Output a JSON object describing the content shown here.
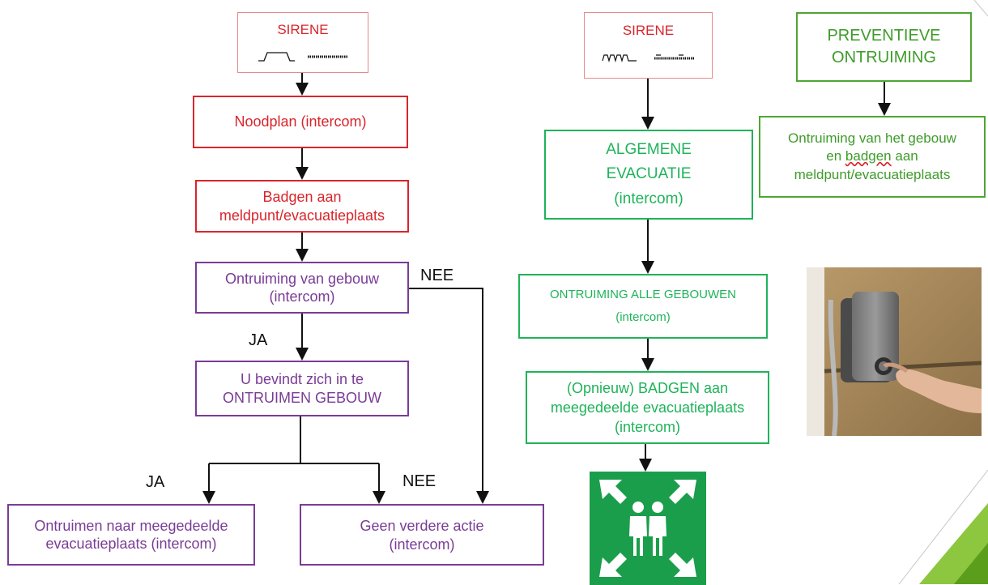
{
  "colors": {
    "red": "#d9252c",
    "purple": "#7a3c96",
    "green": "#1fb35a",
    "dark_green": "#3e9c2a",
    "sign_green": "#1b9e4b"
  },
  "left_flow": {
    "siren": "SIRENE",
    "noodplan": "Noodplan (intercom)",
    "badgen_line1": "Badgen aan",
    "badgen_line2": "meldpunt/evacuatieplaats",
    "ontruiming_line1": "Ontruiming van gebouw",
    "ontruiming_line2": "(intercom)",
    "bevindt_line1": "U bevindt zich in te",
    "bevindt_line2": "ONTRUIMEN GEBOUW",
    "naar_line1": "Ontruimen naar meegedeelde",
    "naar_line2": "evacuatieplaats (intercom)",
    "geen_line1": "Geen verdere actie",
    "geen_line2": "(intercom)",
    "label_nee_top": "NEE",
    "label_ja_mid": "JA",
    "label_ja_bottom": "JA",
    "label_nee_bottom": "NEE"
  },
  "middle_flow": {
    "siren": "SIRENE",
    "algemene_line1": "ALGEMENE",
    "algemene_line2": "EVACUATIE",
    "algemene_line3": "(intercom)",
    "alle_line1": "ONTRUIMING ALLE GEBOUWEN",
    "alle_line2": "(intercom)",
    "opnieuw_line1": "(Opnieuw) BADGEN aan",
    "opnieuw_line2": "meegedeelde evacuatieplaats",
    "opnieuw_line3": "(intercom)"
  },
  "right_flow": {
    "preventieve_line1": "PREVENTIEVE",
    "preventieve_line2": "ONTRUIMING",
    "ontruiming_line1": "Ontruiming van het gebouw",
    "ontruiming_line2_pre": "en ",
    "ontruiming_line2_word": "badgen",
    "ontruiming_line2_post": " aan",
    "ontruiming_line3": "meldpunt/evacuatieplaats"
  }
}
